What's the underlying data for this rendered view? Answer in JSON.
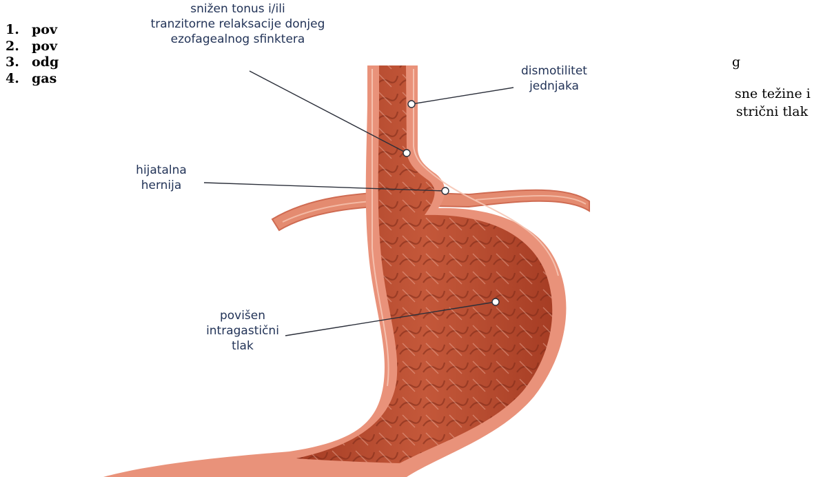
{
  "document": {
    "items": [
      {
        "number": "1.",
        "lead": "pov",
        "tail": ""
      },
      {
        "number": "2.",
        "lead": "pov",
        "tail": "g"
      },
      {
        "number": "3.",
        "lead": "odg",
        "tail": "sne težine i"
      },
      {
        "number": "4.",
        "lead": "gas",
        "tail": "strični tlak"
      }
    ]
  },
  "diagram": {
    "labels": {
      "lower_sphincter": [
        "snižen tonus i/ili",
        "tranzitorne relaksacije donjeg",
        "ezofagealnog sfinktera"
      ],
      "dysmotility": [
        "dismotilitet",
        "jednjaka"
      ],
      "hiatal_hernia": [
        "hijatalna",
        "hernija"
      ],
      "intragastric_pressure": [
        "povišen",
        "intragastični",
        "tlak"
      ]
    },
    "colors": {
      "label_text": "#223357",
      "leader_line": "#2b2f3a",
      "stomach_wall": "#e98f70",
      "stomach_inner": "#b94a2c",
      "diaphragm": "#d9745a"
    }
  }
}
